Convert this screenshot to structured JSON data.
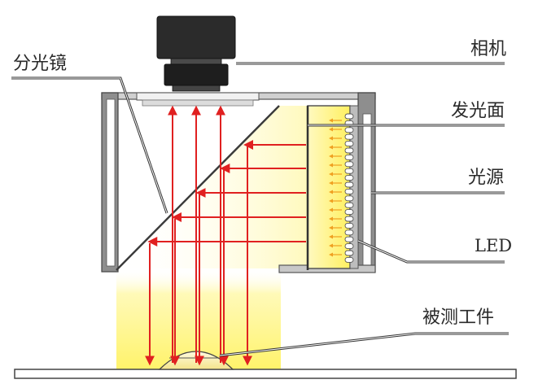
{
  "labels": {
    "beam_splitter": "分光镜",
    "camera": "相机",
    "emitting_surface": "发光面",
    "light_source": "光源",
    "led": "LED",
    "workpiece": "被测工件"
  },
  "colors": {
    "arrow": "#e02020",
    "glow": "#fff36a",
    "led_arrow": "#f0a020",
    "housing": "#777777",
    "camera": "#2b2b2b"
  },
  "icons": [
    "camera-icon",
    "led-icon",
    "arrow-icon"
  ]
}
